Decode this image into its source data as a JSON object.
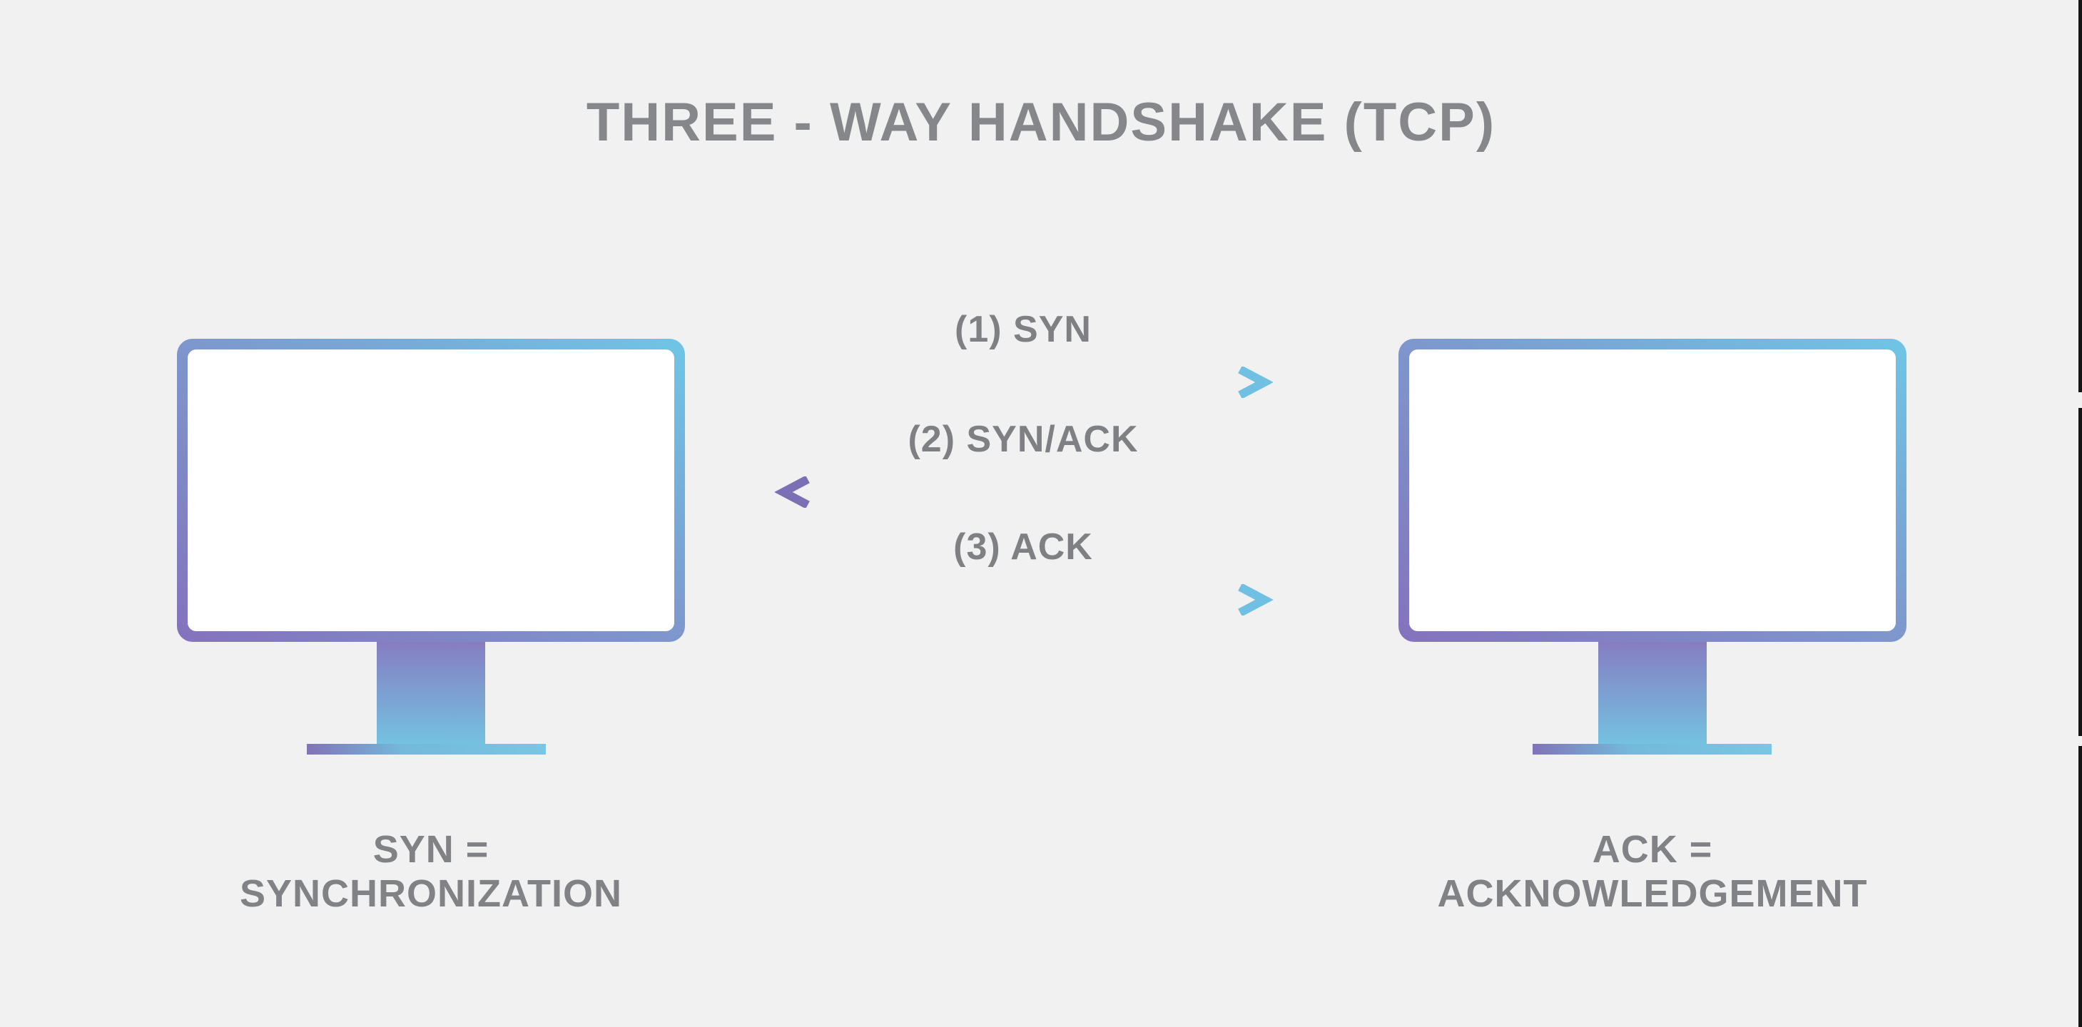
{
  "header": {
    "title": "THREE - WAY HANDSHAKE (TCP)"
  },
  "handshake": {
    "steps": [
      {
        "label": "(1) SYN",
        "direction": "right"
      },
      {
        "label": "(2) SYN/ACK",
        "direction": "left"
      },
      {
        "label": "(3) ACK",
        "direction": "right"
      }
    ]
  },
  "legends": {
    "syn": "SYN = SYNCHRONIZATION",
    "ack": "ACK = ACKNOWLEDGEMENT"
  },
  "colors": {
    "background": "#f1f1f2",
    "title_text": "#85878a",
    "label_text": "#808285",
    "gradient_purple": "#8472bd",
    "gradient_blue": "#7e97cd",
    "gradient_cyan": "#6ec6e6",
    "edge_bar": "#161616"
  }
}
